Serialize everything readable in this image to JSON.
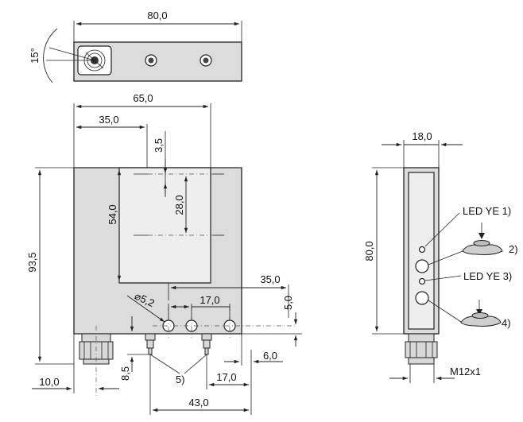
{
  "top_view": {
    "width_label": "80,0",
    "angle_label": "15°"
  },
  "front_view": {
    "width_label": "65,0",
    "offset_label": "35,0",
    "gap_label": "3,5",
    "slot_height_label": "54,0",
    "mark_spacing_label": "28,0",
    "height_label": "93,5",
    "hole_diameter_label": "⌀5,2",
    "hole_spacing_label": "17,0",
    "right_offset_label": "35,0",
    "hole_height_label": "5,0",
    "edge_label": "6,0",
    "bottom_spacing_label": "17,0",
    "connector_height_label": "8,5",
    "left_offset_label": "10,0",
    "overall_bottom_label": "43,0",
    "note_label": "5)"
  },
  "side_view": {
    "width_label": "18,0",
    "height_label": "80,0",
    "led_label_1": "LED YE 1)",
    "led_label_3": "LED YE 3)",
    "button_label_2": "2)",
    "button_label_4": "4)",
    "thread_label": "M12x1"
  }
}
